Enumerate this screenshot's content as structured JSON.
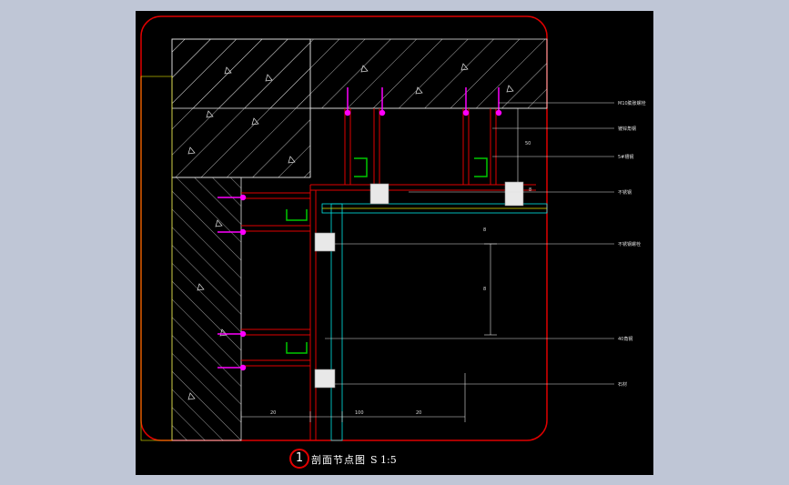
{
  "caption": {
    "number": "1",
    "title": "剖面节点图",
    "scale": "S 1:5"
  },
  "callouts": [
    "M10膨胀螺栓",
    "镀锌角钢",
    "5#槽钢",
    "不锈钢",
    "不锈钢螺栓",
    "40角钢",
    "石材"
  ],
  "dimensions": {
    "bottom": [
      "20",
      "100",
      "20"
    ],
    "vertical": [
      "8",
      "8",
      "8"
    ],
    "right_top": "50"
  },
  "colors": {
    "background": "#000000",
    "frame": "#e00000",
    "hatch": "#f0f0f0",
    "cyan": "#00e5e5",
    "magenta": "#ff00ff",
    "green": "#00c800",
    "yellow": "#e6e600"
  }
}
